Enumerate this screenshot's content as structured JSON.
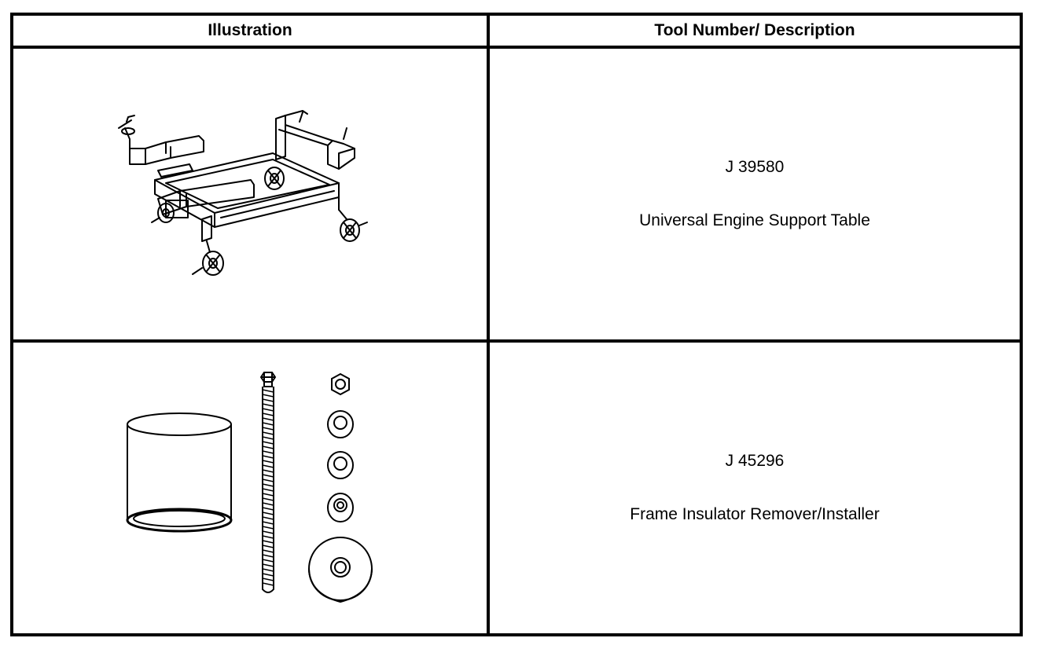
{
  "table": {
    "headers": {
      "illustration": "Illustration",
      "description": "Tool Number/ Description"
    },
    "rows": [
      {
        "illustration_icon": "engine-support-table-illustration",
        "tool_number": "J 39580",
        "description": "Universal Engine Support Table"
      },
      {
        "illustration_icon": "frame-insulator-tool-kit-illustration",
        "tool_number": "J 45296",
        "description": "Frame Insulator Remover/Installer"
      }
    ]
  }
}
